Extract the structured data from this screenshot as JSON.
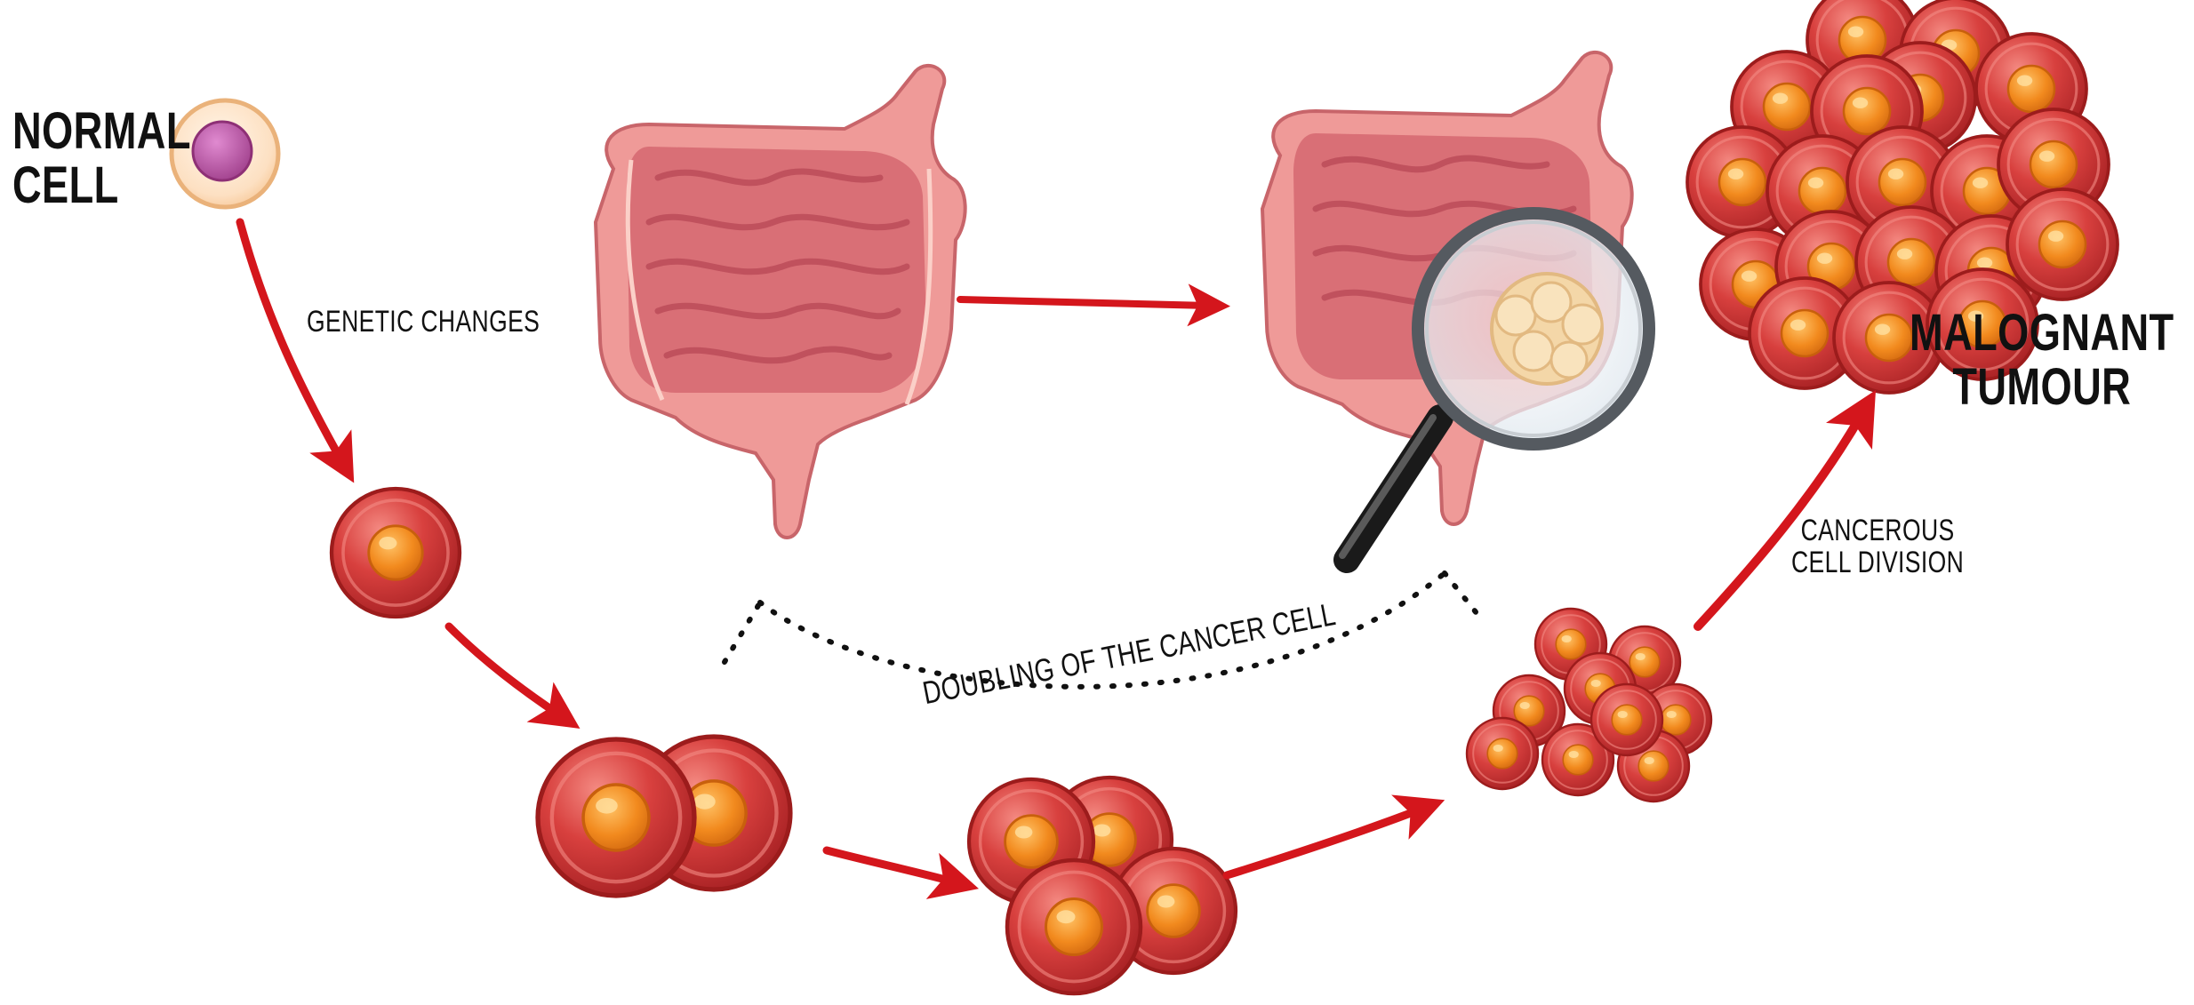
{
  "labels": {
    "normal_cell": [
      "NORMAL",
      "CELL"
    ],
    "genetic_changes": "GENETIC CHANGES",
    "doubling": "DOUBLING OF THE CANCER CELL",
    "cancerous_division": [
      "CANCEROUS",
      "CELL DIVISION"
    ],
    "malignant_tumour": [
      "MALOGNANT",
      "TUMOUR"
    ]
  },
  "colors": {
    "arrow": "#d4161c",
    "cell_fill": "#d03a3a",
    "cell_light": "#f07070",
    "cell_edge": "#9c1c1c",
    "nucleus": "#f08a1c",
    "nucleus_light": "#ffbb55",
    "normal_cell_fill": "#fde2c6",
    "normal_cell_nucleus": "#b4509e",
    "intestine": "#e98f8f",
    "intestine_light": "#f6b3aa",
    "intestine_dark": "#c65a60",
    "tumour_patch": "#f4d7a8",
    "magnifier_handle": "#1a1a1a"
  },
  "stages": [
    "normal-cell",
    "mutated-cell",
    "two-cells",
    "four-cells",
    "cell-cluster",
    "malignant-tumour"
  ]
}
